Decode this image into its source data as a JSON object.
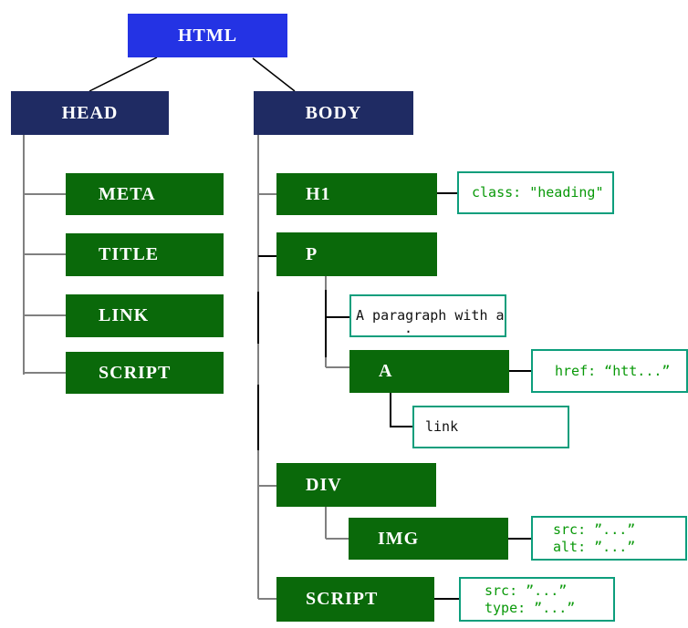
{
  "nodes": {
    "html": "HTML",
    "head": "HEAD",
    "body": "BODY",
    "meta": "META",
    "title": "TITLE",
    "link": "LINK",
    "script_head": "SCRIPT",
    "h1": "H1",
    "p": "P",
    "a": "A",
    "div": "DIV",
    "img": "IMG",
    "script_body": "SCRIPT"
  },
  "annotations": {
    "h1_class": "class: \"heading\"",
    "p_text": "A paragraph with a",
    "p_text_more": ".",
    "a_href": "href: “htt...”",
    "a_link_text": "link",
    "img_src": "src: ”...”",
    "img_alt": "alt: ”...”",
    "script_src": "src: ”...”",
    "script_type": "type: ”...”"
  },
  "colors": {
    "root_blue": "#2433e4",
    "level1_navy": "#1f2b63",
    "element_green": "#0a690a",
    "annotation_border": "#0d9e7c",
    "annotation_green": "#099909",
    "connector_gray": "#808080",
    "connector_black": "#000000"
  }
}
